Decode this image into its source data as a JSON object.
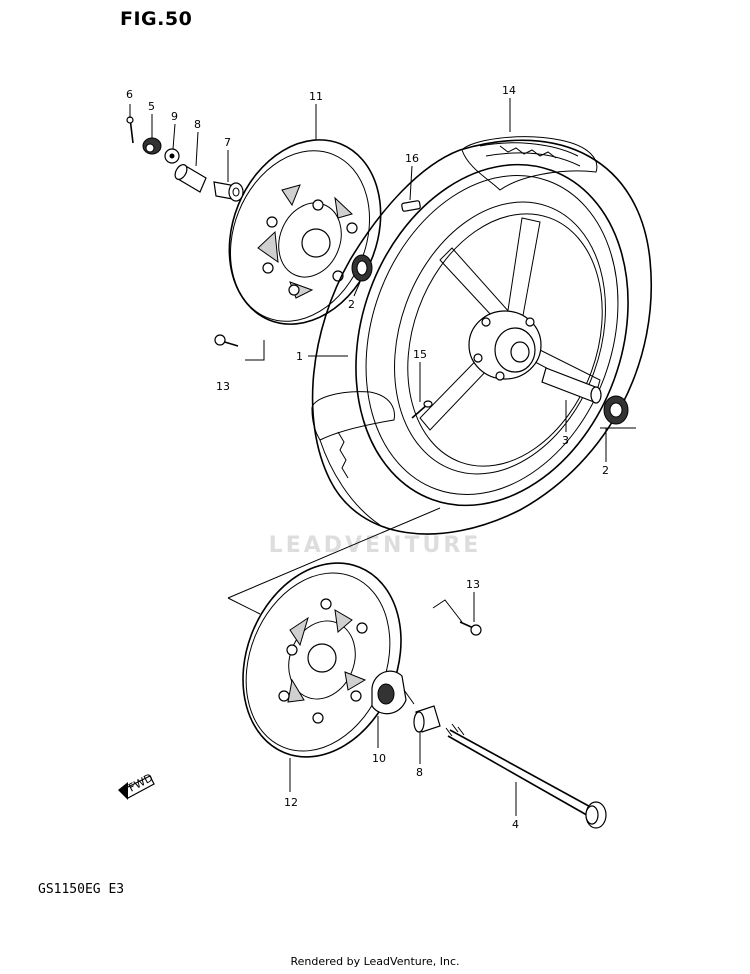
{
  "title": "FIG.50",
  "model": "GS1150EG E3",
  "footer": "Rendered by LeadVenture, Inc.",
  "watermark": "LEADVENTURE",
  "fwd_label": "FWD",
  "callouts": {
    "c1": "1",
    "c2a": "2",
    "c2b": "2",
    "c3": "3",
    "c4": "4",
    "c5": "5",
    "c6": "6",
    "c7": "7",
    "c8a": "8",
    "c8b": "8",
    "c9": "9",
    "c10": "10",
    "c11": "11",
    "c12": "12",
    "c13a": "13",
    "c13b": "13",
    "c14": "14",
    "c15": "15",
    "c16": "16"
  }
}
